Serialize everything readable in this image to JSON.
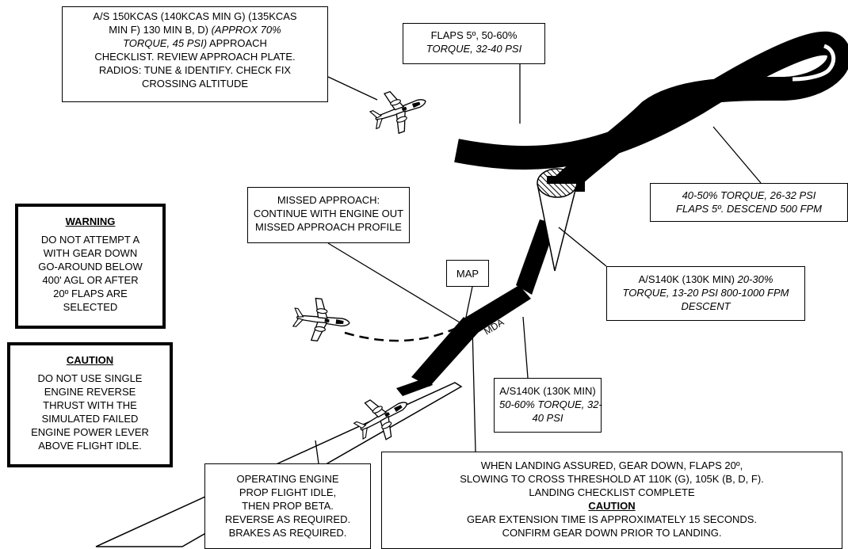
{
  "approach_box": {
    "line1": "A/S 150KCAS (140KCAS MIN G) (135KCAS",
    "line2_plain": "MIN F) 130 MIN B, D) ",
    "line2_italic": "(APPROX 70%",
    "line3_italic": "TORQUE, 45 PSI)",
    "line3_plain": " APPROACH",
    "line4": "CHECKLIST. REVIEW APPROACH PLATE.",
    "line5": "RADIOS: TUNE & IDENTIFY.  CHECK FIX",
    "line6": "CROSSING ALTITUDE"
  },
  "flaps_box": {
    "line1": "FLAPS 5º, 50-60%",
    "line2": "TORQUE, 32-40 PSI"
  },
  "descend_box": {
    "line1": "40-50% TORQUE, 26-32 PSI",
    "line2": "FLAPS 5º.  DESCEND 500 FPM"
  },
  "missed_box": {
    "line1": "MISSED APPROACH:",
    "line2": "CONTINUE WITH ENGINE OUT",
    "line3": "MISSED APPROACH PROFILE"
  },
  "map_box": {
    "label": "MAP"
  },
  "mda_label": "MDA",
  "fix_box": {
    "line1": "A/S140K (130K MIN) ",
    "line1_italic": "20-30%",
    "line2": "TORQUE, 13-20 PSI  800-1000 FPM",
    "line3": "DESCENT"
  },
  "mda_box": {
    "line1": "A/S140K (130K MIN)",
    "line2": "50-60% TORQUE, 32-",
    "line3": "40 PSI"
  },
  "warning_box": {
    "header": "WARNING",
    "lines": [
      "DO NOT ATTEMPT A",
      "WITH GEAR DOWN",
      "GO-AROUND BELOW",
      "400' AGL OR AFTER",
      "20º  FLAPS ARE",
      "SELECTED"
    ]
  },
  "caution_box": {
    "header": "CAUTION",
    "lines": [
      "DO NOT USE SINGLE",
      "ENGINE REVERSE",
      "THRUST WITH THE",
      "SIMULATED FAILED",
      "ENGINE POWER LEVER",
      "ABOVE FLIGHT IDLE."
    ]
  },
  "engine_box": {
    "lines": [
      "OPERATING ENGINE",
      "PROP FLIGHT IDLE,",
      "THEN PROP BETA.",
      "REVERSE AS REQUIRED.",
      "BRAKES AS REQUIRED."
    ]
  },
  "landing_box": {
    "line1": "WHEN LANDING ASSURED, GEAR DOWN, FLAPS 20º,",
    "line2": "SLOWING TO CROSS THRESHOLD AT 110K (G), 105K (B, D, F).",
    "line3": "LANDING CHECKLIST COMPLETE",
    "header": "CAUTION",
    "line4": "GEAR EXTENSION TIME IS APPROXIMATELY 15 SECONDS.",
    "line5": "CONFIRM GEAR DOWN PRIOR TO LANDING."
  },
  "icons": [
    "airplane-icon",
    "fix-cone-icon",
    "runway-icon"
  ]
}
